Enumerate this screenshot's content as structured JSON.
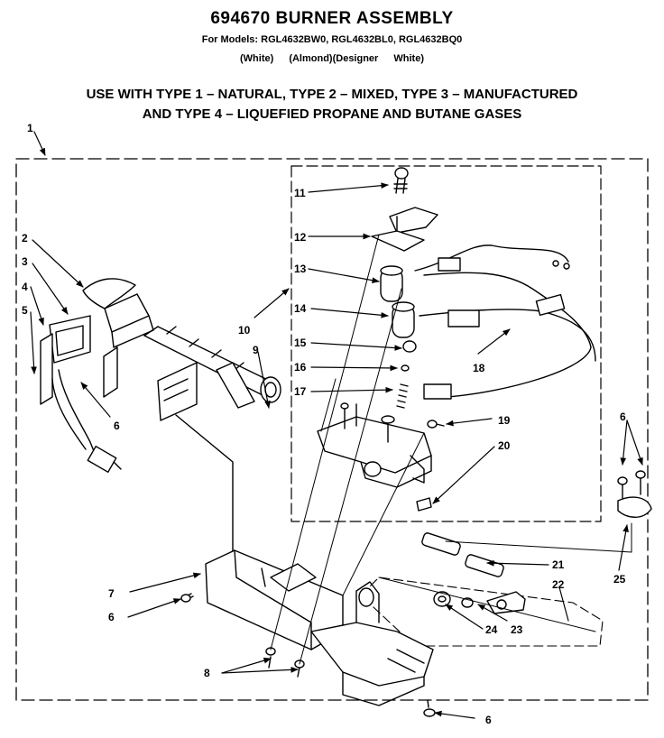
{
  "header": {
    "title": "694670 BURNER ASSEMBLY",
    "models": "For Models: RGL4632BW0, RGL4632BL0, RGL4632BQ0",
    "colors": [
      "(White)",
      "(Almond)(Designer White)"
    ],
    "usage_line1": "USE WITH TYPE 1 – NATURAL, TYPE 2 – MIXED, TYPE 3 – MANUFACTURED",
    "usage_line2": "AND TYPE 4 – LIQUEFIED PROPANE AND BUTANE GASES"
  },
  "callouts": {
    "c1": "1",
    "c2": "2",
    "c3": "3",
    "c4": "4",
    "c5": "5",
    "c6a": "6",
    "c6b": "6",
    "c6c": "6",
    "c6d": "6",
    "c7": "7",
    "c8": "8",
    "c9": "9",
    "c10": "10",
    "c11": "11",
    "c12": "12",
    "c13": "13",
    "c14": "14",
    "c15": "15",
    "c16": "16",
    "c17": "17",
    "c18": "18",
    "c19": "19",
    "c20": "20",
    "c21": "21",
    "c22": "22",
    "c23": "23",
    "c24": "24",
    "c25": "25"
  }
}
